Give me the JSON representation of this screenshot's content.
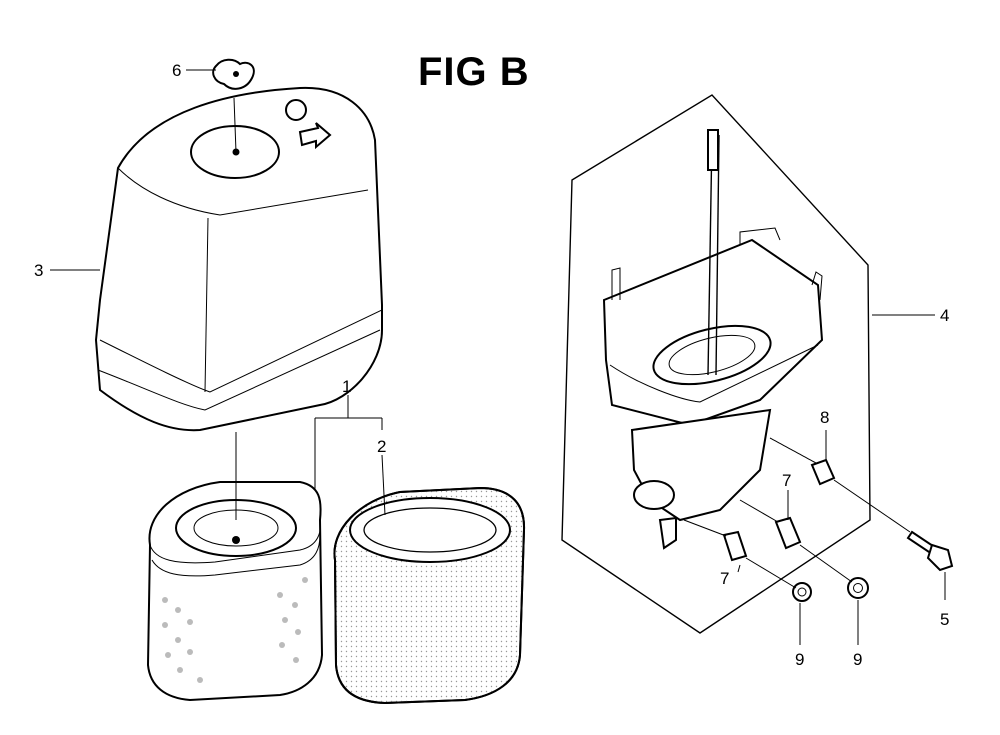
{
  "figure": {
    "title": "FIG B",
    "callouts": {
      "c1": "1",
      "c2": "2",
      "c3": "3",
      "c4": "4",
      "c5": "5",
      "c6": "6",
      "c7a": "7",
      "c7b": "7",
      "c8": "8",
      "c9a": "9",
      "c9b": "9"
    }
  }
}
